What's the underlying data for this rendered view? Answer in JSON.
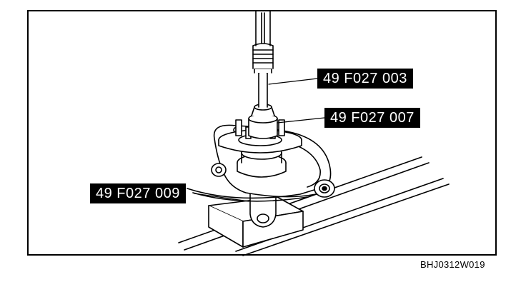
{
  "callouts": {
    "shaft_tool": "49 F027 003",
    "hub_tool": "49 F027 007",
    "support_tool": "49 F027 009"
  },
  "drawing_code": "BHJ0312W019",
  "colors": {
    "ink": "#000000",
    "paper": "#ffffff"
  }
}
